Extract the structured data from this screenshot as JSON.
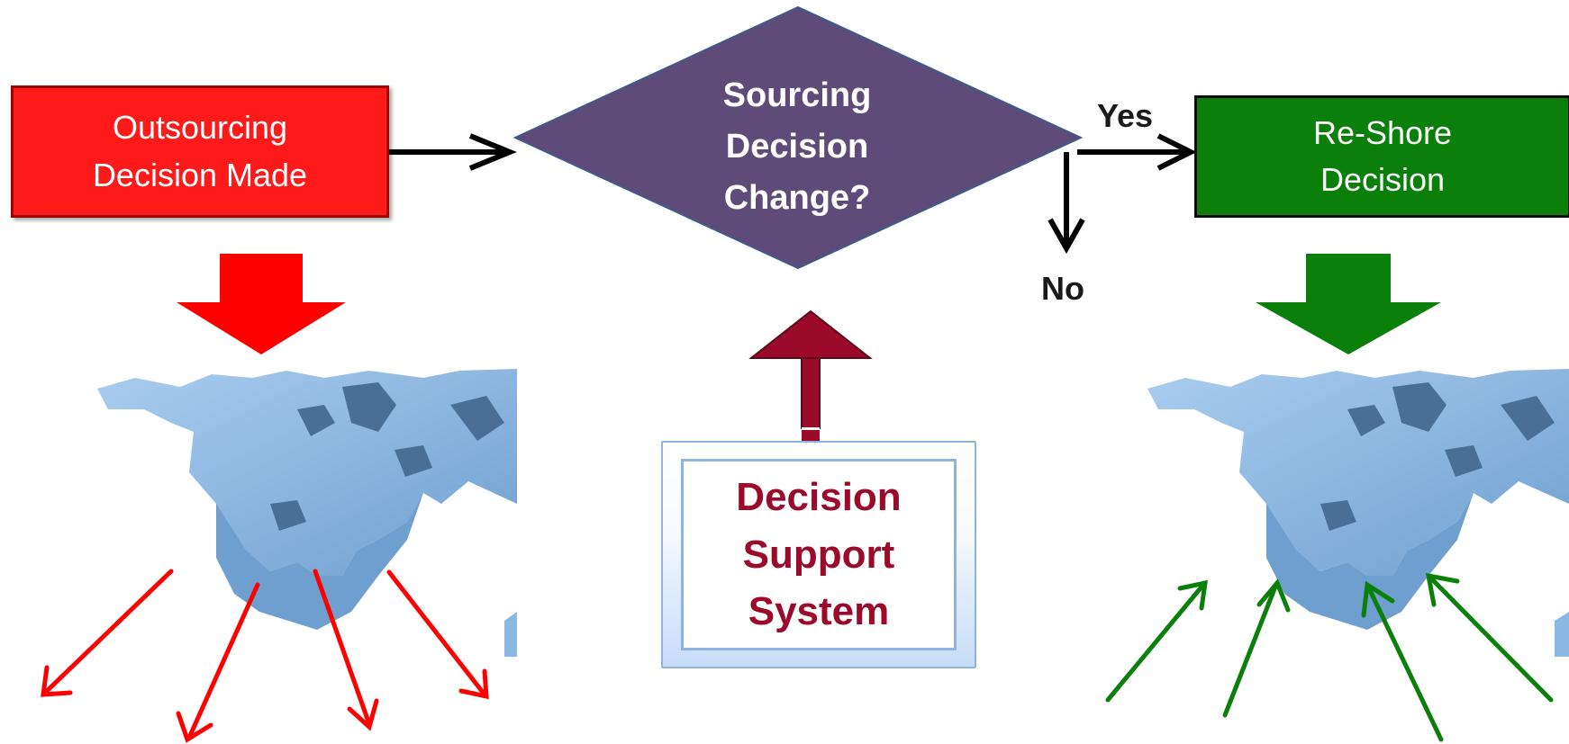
{
  "nodes": {
    "outsourcing": {
      "label": "Outsourcing\nDecision  Made",
      "color": "#ff1a1a"
    },
    "decision": {
      "label": "Sourcing\nDecision\nChange?",
      "color": "#5f4b7a"
    },
    "reshore": {
      "label": "Re-Shore\nDecision",
      "color": "#0a7f0a"
    },
    "dss": {
      "label": "Decision\nSupport\nSystem",
      "color": "#9b0a2a"
    }
  },
  "edges": {
    "yes_label": "Yes",
    "no_label": "No"
  },
  "maps": [
    {
      "name": "north-america-map-outsourcing",
      "arrows": "outward",
      "arrow_color": "#ff1a1a"
    },
    {
      "name": "north-america-map-reshore",
      "arrows": "inward",
      "arrow_color": "#0a7f0a"
    }
  ],
  "colors": {
    "map_land": "#8ab8e2",
    "map_shadow": "#4a6f96",
    "connector": "#000000",
    "dss_arrow": "#9b0a2a"
  }
}
